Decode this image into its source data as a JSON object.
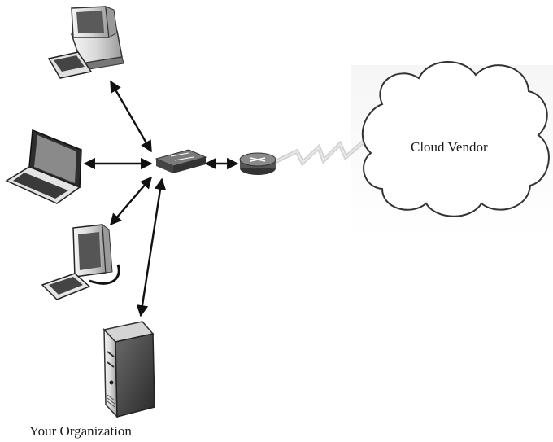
{
  "labels": {
    "cloud": "Cloud Vendor",
    "organization": "Your Organization"
  },
  "nodes": {
    "desktop": "desktop-computer-icon",
    "laptop": "laptop-icon",
    "workstation": "workstation-icon",
    "server": "server-tower-icon",
    "switch": "network-switch-icon",
    "router": "router-icon",
    "cloud": "cloud-icon"
  },
  "links": [
    {
      "from": "desktop",
      "to": "switch",
      "type": "bidirectional"
    },
    {
      "from": "laptop",
      "to": "switch",
      "type": "bidirectional"
    },
    {
      "from": "workstation",
      "to": "switch",
      "type": "bidirectional"
    },
    {
      "from": "server",
      "to": "switch",
      "type": "bidirectional"
    },
    {
      "from": "switch",
      "to": "router",
      "type": "bidirectional"
    },
    {
      "from": "router",
      "to": "cloud",
      "type": "wan-lightning"
    }
  ],
  "colors": {
    "arrow": "#111111",
    "device_dark": "#3a3a3a",
    "device_light": "#e6e6e6",
    "cloud_fill": "#ffffff",
    "wan_link": "#cfcfcf"
  }
}
